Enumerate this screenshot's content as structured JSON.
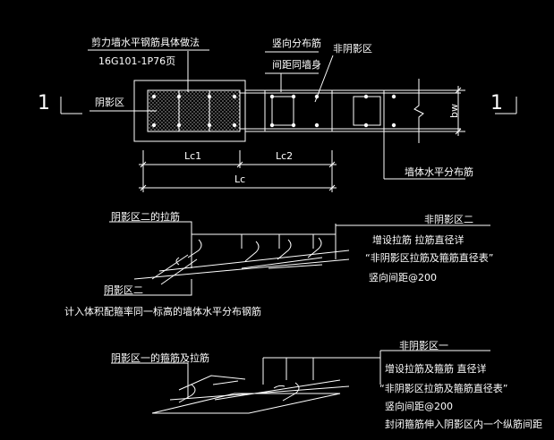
{
  "drawing": {
    "top_view": {
      "callout_title": "剪力墙水平钢筋具体做法",
      "callout_ref": "16G101-1P76页",
      "vertical_dist_label": "竖向分布筋",
      "spacing_label": "间距同墙身",
      "non_shadow_label": "非阴影区",
      "shadow_label": "阴影区",
      "bw_label": "bw",
      "dim_lc1": "Lc1",
      "dim_lc2": "Lc2",
      "dim_lc": "Lc",
      "wall_horizontal_label": "墙体水平分布筋",
      "section_mark_left": "1",
      "section_mark_right": "1"
    },
    "detail_2": {
      "tie_label": "阴影区二的拉筋",
      "non_shadow_label": "非阴影区二",
      "note_1": "增设拉筋 拉筋直径详",
      "note_2": "“非阴影区拉筋及箍筋直径表”",
      "note_3": "竖向间距@200",
      "shadow_label": "阴影区二",
      "bottom_note": "计入体积配箍率同一标高的墙体水平分布钢筋"
    },
    "detail_1": {
      "stirrup_label": "阴影区一的箍筋及拉筋",
      "non_shadow_label": "非阴影区一",
      "note_1": "增设拉筋及箍筋 直径详",
      "note_2": "“非阴影区拉筋及箍筋直径表”",
      "note_3": "竖向间距@200",
      "note_4": "封闭箍筋伸入阴影区内一个纵筋间距"
    }
  }
}
